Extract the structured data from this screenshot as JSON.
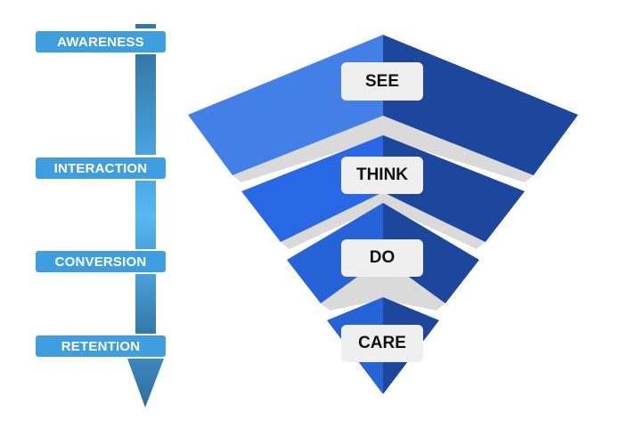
{
  "timeline": {
    "stages": [
      {
        "label": "AWARENESS"
      },
      {
        "label": "INTERACTION"
      },
      {
        "label": "CONVERSION"
      },
      {
        "label": "RETENTION"
      }
    ],
    "bar_color_dark": "#3378a8",
    "bar_color_light": "#55b4ef",
    "label_color": "#3f9ee0"
  },
  "funnel": {
    "layers": [
      {
        "label": "SEE",
        "left_color": "#4280e8",
        "right_color": "#1c479c"
      },
      {
        "label": "THINK",
        "left_color": "#2968e4",
        "right_color": "#1c479c"
      },
      {
        "label": "DO",
        "left_color": "#2663d8",
        "right_color": "#1c479c"
      },
      {
        "label": "CARE",
        "left_color": "#2563d6",
        "right_color": "#1c479c"
      }
    ],
    "separator_color": "#dadada",
    "label_bg": "#efeff0"
  }
}
